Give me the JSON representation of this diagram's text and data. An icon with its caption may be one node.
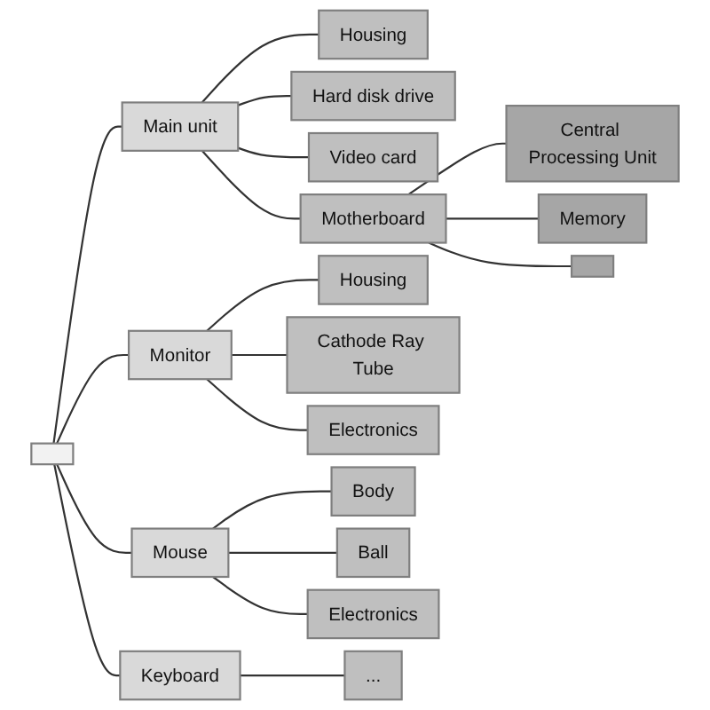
{
  "diagram": {
    "nodes": [
      {
        "text": [],
        "shape": "box"
      },
      {
        "text": [
          "Main unit"
        ]
      },
      {
        "text": [
          "Housing"
        ]
      },
      {
        "text": [
          "Hard disk drive"
        ]
      },
      {
        "text": [
          "Video card"
        ]
      },
      {
        "text": [
          "Motherboard"
        ]
      },
      {
        "text": [
          "Central Processing Unit"
        ]
      },
      {
        "text": [
          "Memory"
        ]
      },
      {
        "text": [],
        "shape": "box"
      },
      {
        "text": [
          "Monitor"
        ]
      },
      {
        "text": [
          "Housing"
        ]
      },
      {
        "text": [
          "Cathode Ray Tube"
        ]
      },
      {
        "text": [
          "Electronics"
        ]
      },
      {
        "text": [
          "Mouse"
        ]
      },
      {
        "text": [
          "Body"
        ]
      },
      {
        "text": [
          "Ball"
        ]
      },
      {
        "text": [
          "Electronics"
        ]
      },
      {
        "text": [
          "Keyboard"
        ]
      },
      {
        "text": [
          "..."
        ]
      }
    ],
    "edges": [
      {
        "from": 0,
        "to": 1,
        "arrow": "none"
      },
      {
        "from": 0,
        "to": 9,
        "arrow": "none"
      },
      {
        "from": 0,
        "to": 13,
        "arrow": "none"
      },
      {
        "from": 0,
        "to": 17,
        "arrow": "none"
      },
      {
        "from": 1,
        "to": 2,
        "arrow": "none"
      },
      {
        "from": 1,
        "to": 3,
        "arrow": "none"
      },
      {
        "from": 1,
        "to": 4,
        "arrow": "none"
      },
      {
        "from": 1,
        "to": 5,
        "arrow": "none"
      },
      {
        "from": 5,
        "to": 6,
        "arrow": "none"
      },
      {
        "from": 5,
        "to": 7,
        "arrow": "none"
      },
      {
        "from": 5,
        "to": 8,
        "arrow": "none"
      },
      {
        "from": 9,
        "to": 10,
        "arrow": "none"
      },
      {
        "from": 9,
        "to": 11,
        "arrow": "none"
      },
      {
        "from": 9,
        "to": 12,
        "arrow": "none"
      },
      {
        "from": 13,
        "to": 14,
        "arrow": "none"
      },
      {
        "from": 13,
        "to": 15,
        "arrow": "none"
      },
      {
        "from": 13,
        "to": 16,
        "arrow": "none"
      },
      {
        "from": 17,
        "to": 18,
        "arrow": "none"
      }
    ]
  }
}
